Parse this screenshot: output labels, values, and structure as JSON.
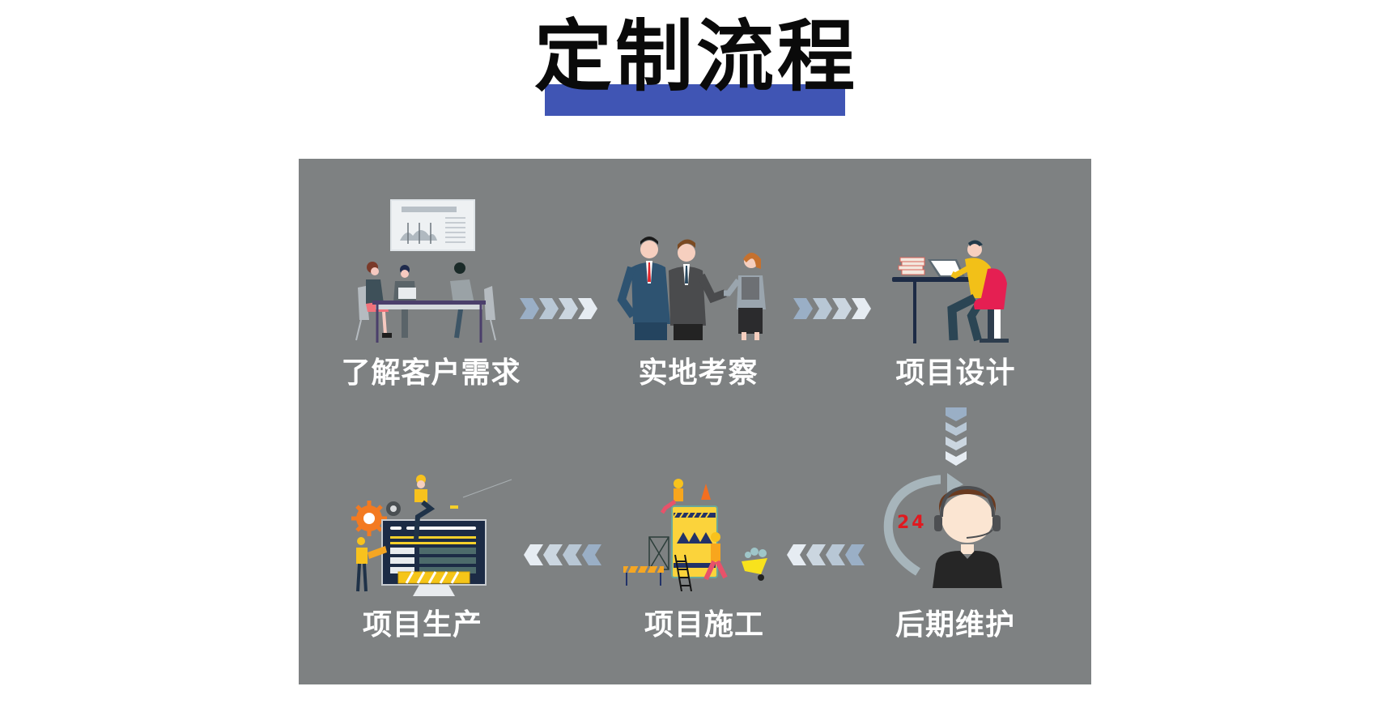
{
  "header": {
    "title": "定制流程",
    "accent_color": "#4055b4"
  },
  "panel": {
    "background": "#7e8182"
  },
  "steps": [
    {
      "id": 1,
      "label": "了解客户需求",
      "icon": "meeting-icon"
    },
    {
      "id": 2,
      "label": "实地考察",
      "icon": "handshake-icon"
    },
    {
      "id": 3,
      "label": "项目设计",
      "icon": "designer-desk-icon"
    },
    {
      "id": 4,
      "label": "后期维护",
      "icon": "support-headset-icon",
      "badge": "24"
    },
    {
      "id": 5,
      "label": "项目施工",
      "icon": "construction-icon"
    },
    {
      "id": 6,
      "label": "项目生产",
      "icon": "production-monitor-icon"
    }
  ],
  "connectors": [
    {
      "from": 1,
      "to": 2,
      "direction": "right"
    },
    {
      "from": 2,
      "to": 3,
      "direction": "right"
    },
    {
      "from": 3,
      "to": 4,
      "direction": "down"
    },
    {
      "from": 4,
      "to": 5,
      "direction": "left"
    },
    {
      "from": 5,
      "to": 6,
      "direction": "left"
    }
  ],
  "colors": {
    "chevron_dark": "#9aafc6",
    "chevron_light": "#e6ecf2",
    "label_text": "#ffffff",
    "badge_red": "#e0191f"
  }
}
